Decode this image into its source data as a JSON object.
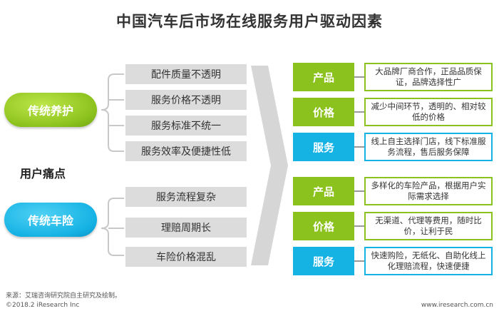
{
  "title": "中国汽车后市场在线服务用户驱动因素",
  "left": {
    "maintenance_label": "传统养护",
    "insurance_label": "传统车险",
    "pain_label": "用户痛点"
  },
  "pain_points": {
    "maintenance": [
      "配件质量不透明",
      "服务价格不透明",
      "服务标准不统一",
      "服务效率及便捷性低"
    ],
    "insurance": [
      "服务流程复杂",
      "理赔周期长",
      "车险价格混乱"
    ]
  },
  "drivers": [
    {
      "tag": "产品",
      "desc": "大品牌厂商合作，正品品质保证，品牌选择性广",
      "color": "#8cc21d"
    },
    {
      "tag": "价格",
      "desc": "减少中间环节，透明的、相对较低的价格",
      "color": "#8cc21d"
    },
    {
      "tag": "服务",
      "desc": "线上自主选择门店，线下标准服务流程，售后服务保障",
      "color": "#15b2e4"
    },
    {
      "tag": "产品",
      "desc": "多样化的车险产品，根据用户实际需求选择",
      "color": "#8cc21d"
    },
    {
      "tag": "价格",
      "desc": "无渠道、代理等费用，随时比价，让利于民",
      "color": "#8cc21d"
    },
    {
      "tag": "服务",
      "desc": "快速购险，无纸化、自助化线上化理赔流程，快速便捷",
      "color": "#15b2e4"
    }
  ],
  "footer": {
    "source": "来源：艾瑞咨询研究院自主研究及绘制。",
    "copyright": "©2018.2 iResearch Inc",
    "website": "www.iresearch.com.cn"
  }
}
